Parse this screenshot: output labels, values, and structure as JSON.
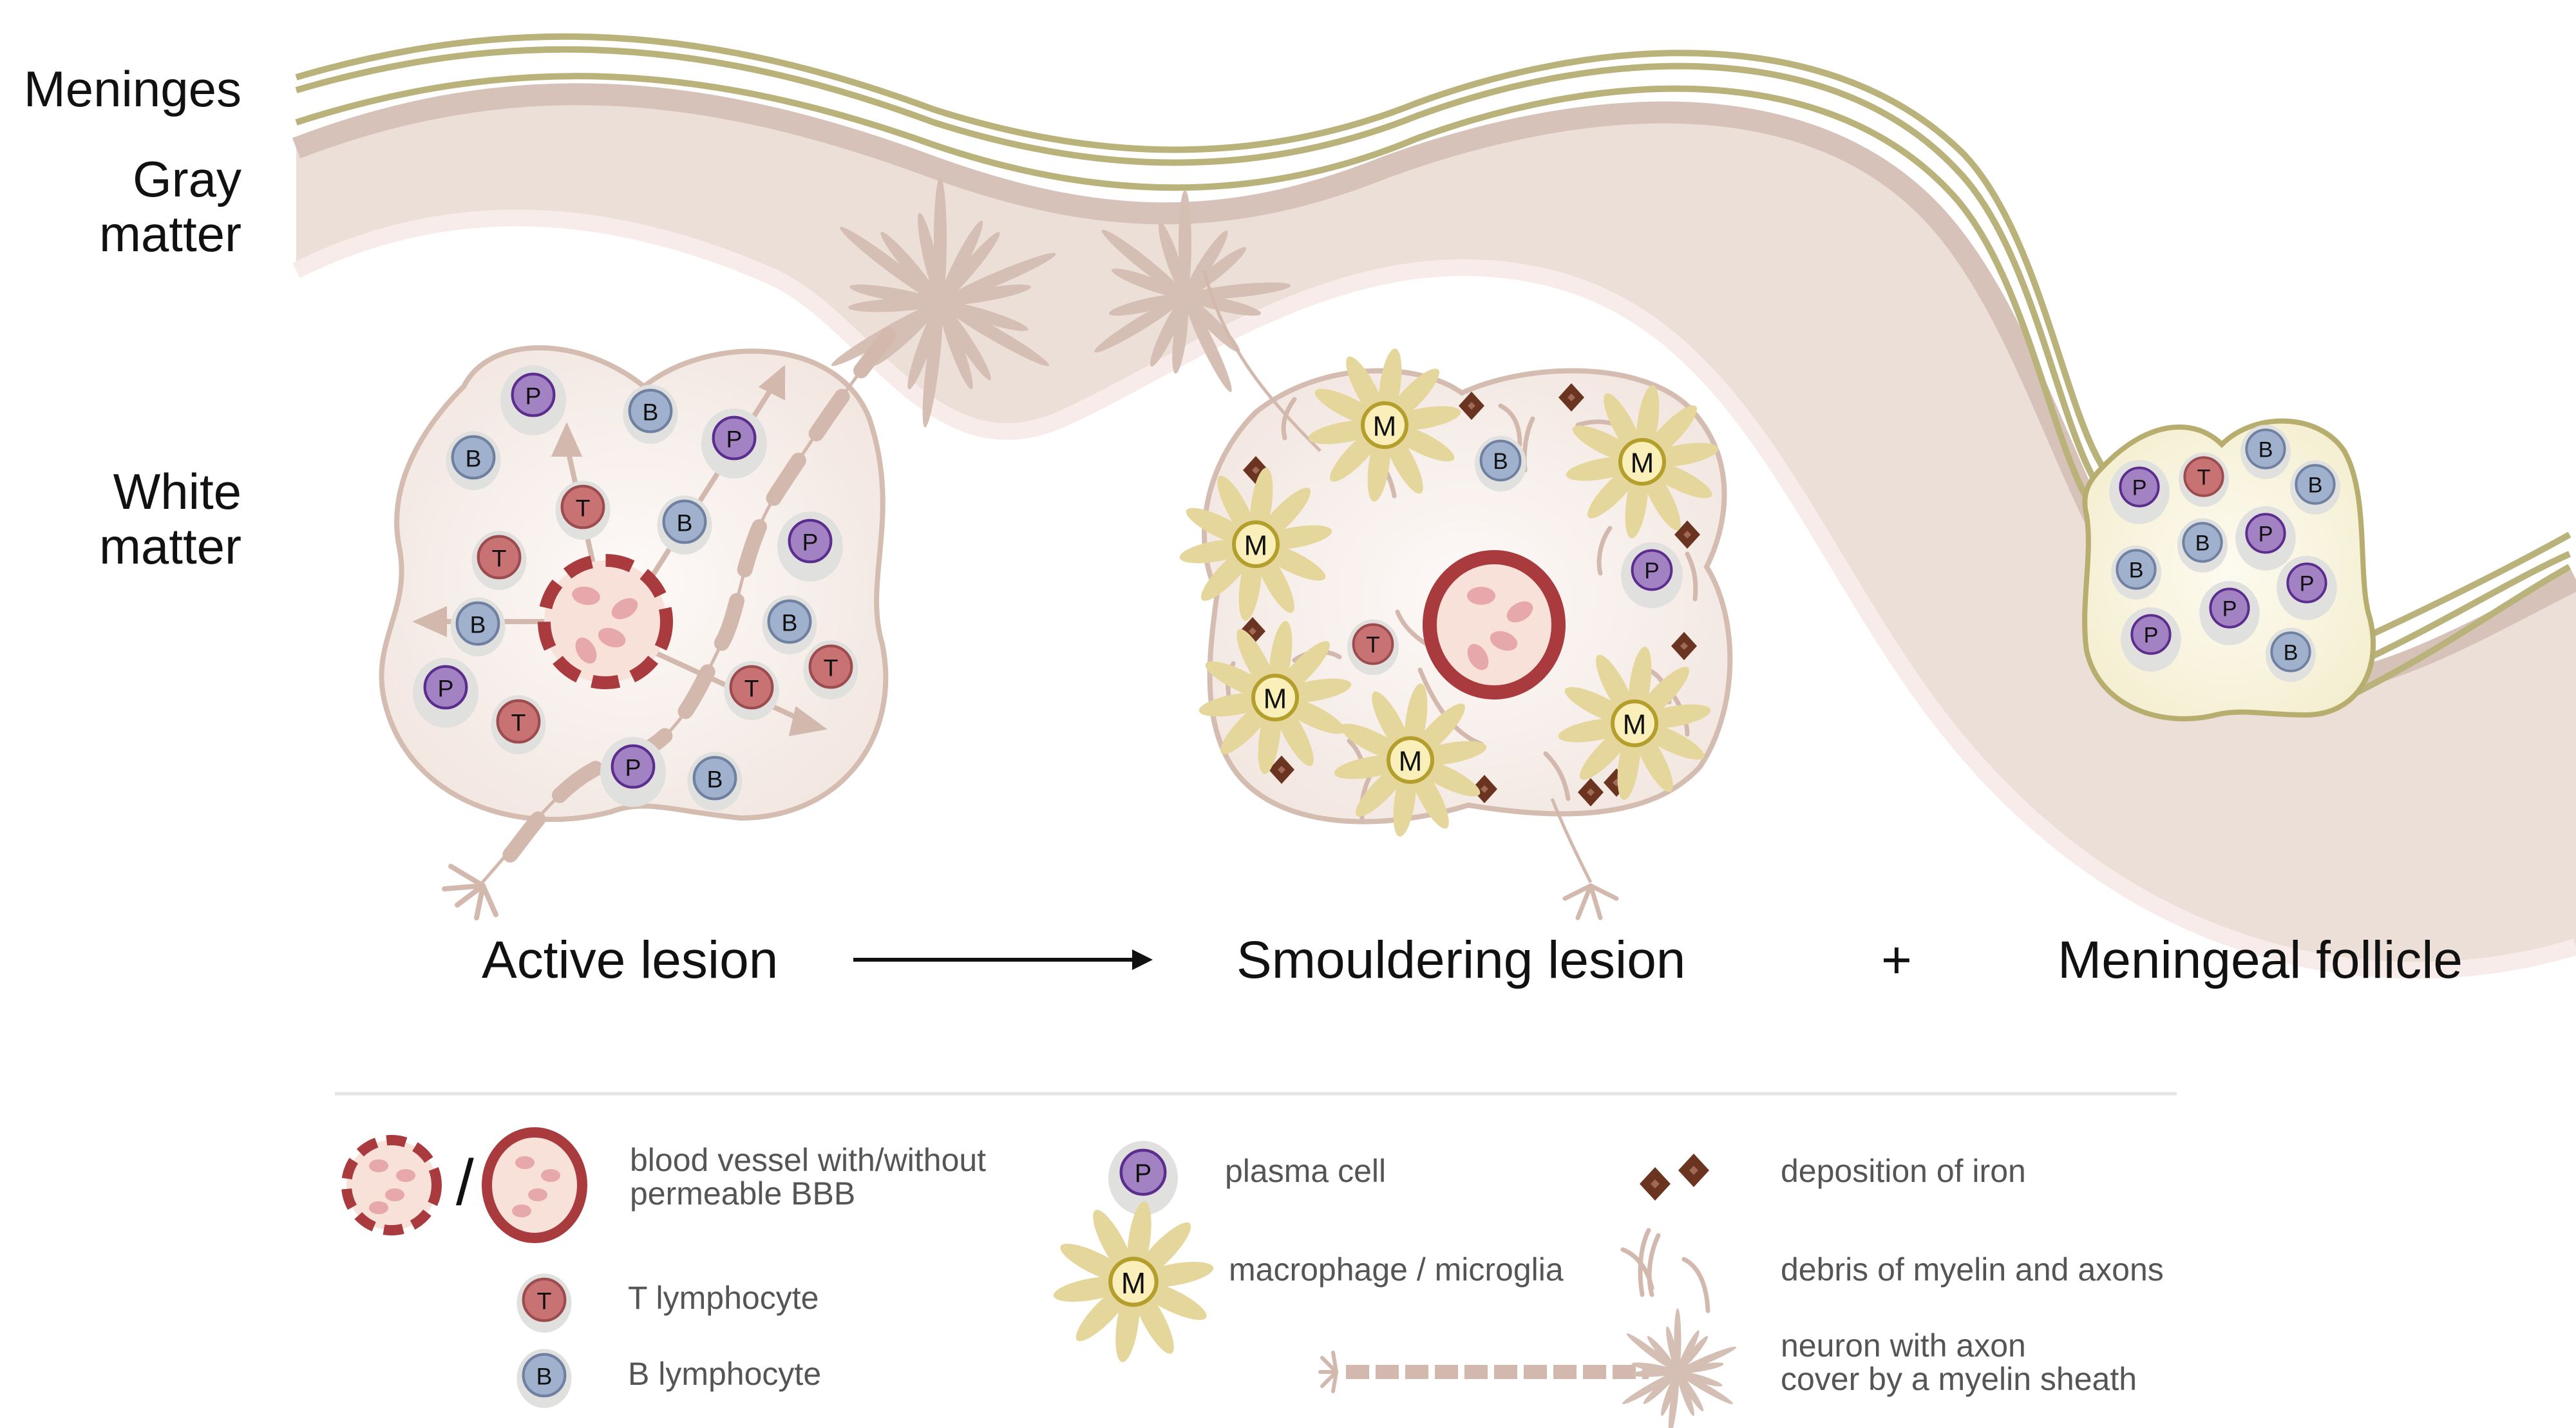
{
  "layers": {
    "meninges": "Meninges",
    "gray_matter": [
      "Gray",
      "matter"
    ],
    "white_matter": [
      "White",
      "matter"
    ]
  },
  "stages": {
    "active": "Active lesion",
    "smouldering": "Smouldering lesion",
    "plus": "+",
    "follicle": "Meningeal follicle"
  },
  "cell_letters": {
    "T": "T",
    "B": "B",
    "P": "P",
    "M": "M"
  },
  "active_lesion_cells": [
    "P",
    "B",
    "B",
    "P",
    "T",
    "B",
    "P",
    "T",
    "B",
    "B",
    "P",
    "T",
    "T",
    "T",
    "P",
    "B"
  ],
  "smouldering_lesion_cells": [
    "M",
    "B",
    "M",
    "M",
    "P",
    "T",
    "M",
    "M",
    "M"
  ],
  "follicle_cells": [
    "P",
    "T",
    "B",
    "B",
    "B",
    "P",
    "B",
    "P",
    "P",
    "P",
    "B"
  ],
  "legend": {
    "blood_vessel": [
      "blood vessel with/without",
      "permeable BBB"
    ],
    "separator": "/",
    "t_lymphocyte": "T lymphocyte",
    "b_lymphocyte": "B lymphocyte",
    "plasma_cell": "plasma cell",
    "macrophage": "macrophage  / microglia",
    "iron": "deposition of iron",
    "debris": "debris of myelin and axons",
    "neuron": [
      "neuron with axon",
      "cover by a myelin sheath"
    ]
  },
  "colors": {
    "meninges": "#b9b27a",
    "gray_matter": "#ecdfd7",
    "gray_matter_edge": "#d7c2b9",
    "lesion_fill": "#f6ece7",
    "lesion_stroke": "#d4bcb1",
    "follicle_fill": "#f8f3dc",
    "follicle_stroke": "#b7ad6f",
    "t_cell": "#c97273",
    "b_cell": "#9fb1cc",
    "plasma_cell": "#a382c4",
    "macrophage": "#e5d79b",
    "vessel": "#a93a3e",
    "iron": "#6b3420"
  }
}
